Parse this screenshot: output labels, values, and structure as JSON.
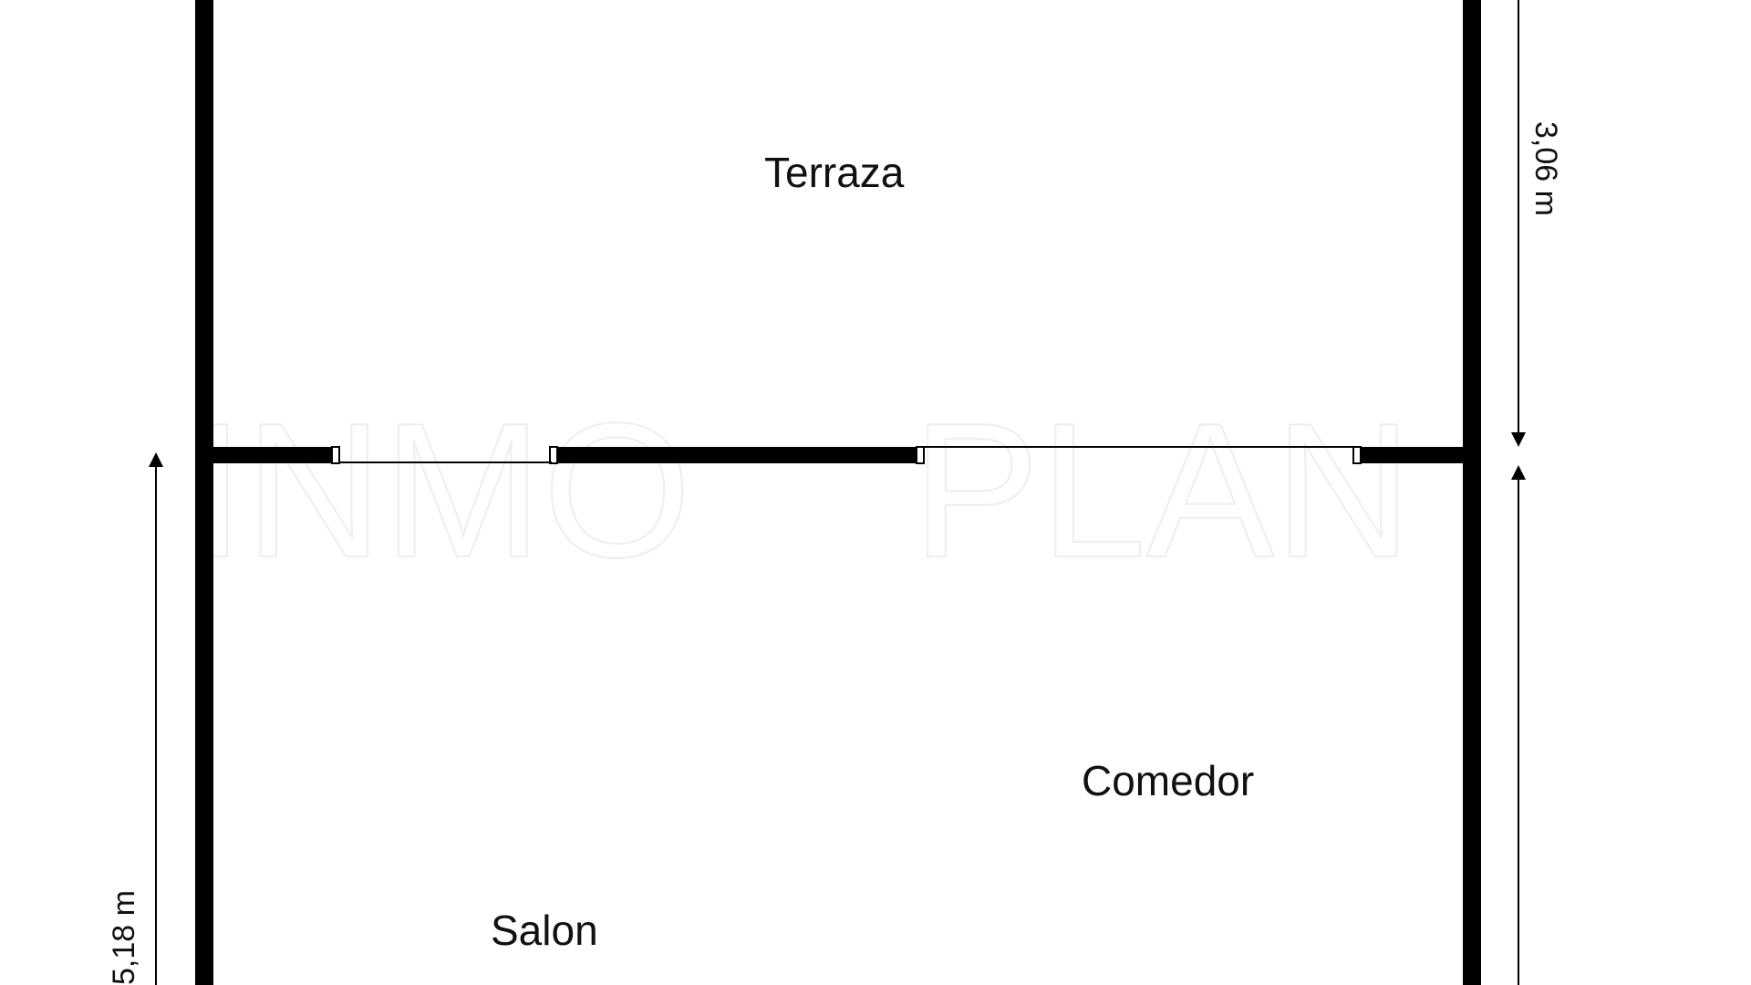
{
  "floorplan": {
    "rooms": {
      "terraza": "Terraza",
      "comedor": "Comedor",
      "salon": "Salon"
    },
    "dimensions": {
      "right_height": "3,06 m",
      "left_height": "5,18 m"
    }
  },
  "colors": {
    "wall": "#000000",
    "line": "#000000",
    "background": "#ffffff"
  }
}
